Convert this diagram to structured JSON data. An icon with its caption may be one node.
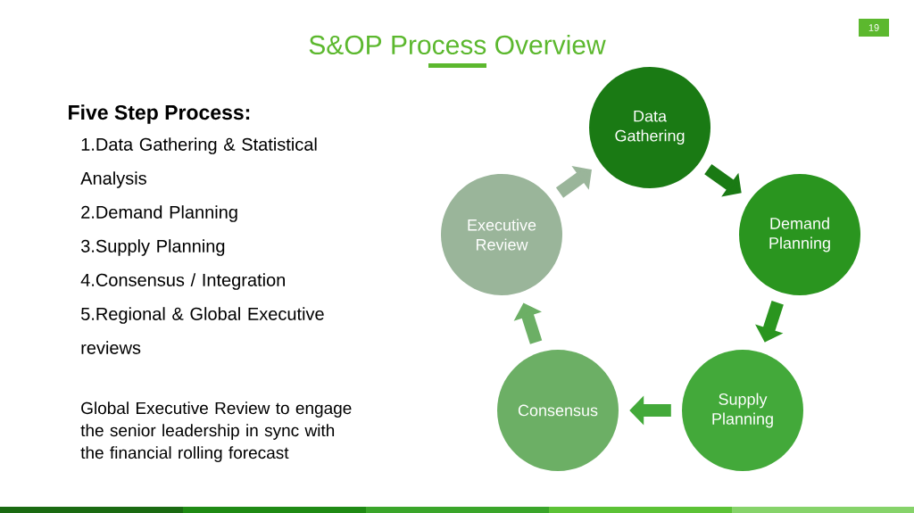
{
  "diagram": {
    "title": "S&OP Process Overview",
    "nodes": [
      {
        "text": [
          "Data Gathering"
        ]
      },
      {
        "text": [
          "Demand Planning"
        ]
      },
      {
        "text": [
          "Supply Planning"
        ]
      },
      {
        "text": [
          "Consensus"
        ]
      },
      {
        "text": [
          "Executive Review"
        ]
      }
    ],
    "edges": [
      {
        "from": 0,
        "to": 1,
        "arrow": "to",
        "color": "#1a7a14"
      },
      {
        "from": 1,
        "to": 2,
        "arrow": "to",
        "color": "#2a951f"
      },
      {
        "from": 2,
        "to": 3,
        "arrow": "to",
        "color": "#43a93a"
      },
      {
        "from": 3,
        "to": 4,
        "arrow": "to",
        "color": "#6caf65"
      },
      {
        "from": 4,
        "to": 0,
        "arrow": "to",
        "color": "#9ab59a"
      }
    ],
    "labels": [
      "19",
      "Five Step Process:",
      "1.Data Gathering & Statistical Analysis",
      "2.Demand Planning",
      "3.Supply Planning",
      "4.Consensus / Integration",
      "5.Regional & Global Executive reviews",
      "Global Executive Review to engage the senior leadership in sync with the financial rolling forecast"
    ]
  }
}
